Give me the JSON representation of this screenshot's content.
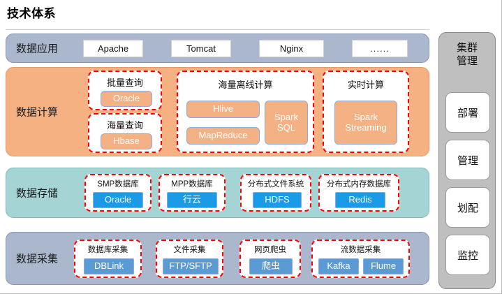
{
  "page": {
    "title": "技术体系"
  },
  "sidebar": {
    "title": "集群\n管理",
    "title_line1": "集群",
    "title_line2": "管理",
    "items": [
      {
        "label": "部署"
      },
      {
        "label": "管理"
      },
      {
        "label": "划配"
      },
      {
        "label": "监控"
      }
    ]
  },
  "layers": {
    "application": {
      "label": "数据应用",
      "band_color": "#aab7cd",
      "boxes": [
        {
          "label": "Apache"
        },
        {
          "label": "Tomcat"
        },
        {
          "label": "Nginx"
        },
        {
          "label": "......"
        }
      ]
    },
    "compute": {
      "label": "数据计算",
      "band_color": "#f6b183",
      "groups": [
        {
          "title": "批量查询",
          "chips": [
            {
              "label": "Oracle"
            }
          ]
        },
        {
          "title": "海量查询",
          "chips": [
            {
              "label": "Hbase"
            }
          ]
        },
        {
          "title": "海量离线计算",
          "chips": [
            {
              "label": "Hlive"
            },
            {
              "label": "MapReduce"
            },
            {
              "label": "Spark SQL",
              "line1": "Spark",
              "line2": "SQL"
            }
          ]
        },
        {
          "title": "实时计算",
          "chips": [
            {
              "label": "Spark Streaming",
              "line1": "Spark",
              "line2": "Streaming"
            }
          ]
        }
      ]
    },
    "storage": {
      "label": "数据存储",
      "band_color": "#a5d4d4",
      "groups": [
        {
          "title": "SMP数据库",
          "chips": [
            {
              "label": "Oracle"
            }
          ]
        },
        {
          "title": "MPP数据库",
          "chips": [
            {
              "label": "行云"
            }
          ]
        },
        {
          "title": "分布式文件系统",
          "chips": [
            {
              "label": "HDFS"
            }
          ]
        },
        {
          "title": "分布式内存数据库",
          "chips": [
            {
              "label": "Redis"
            }
          ]
        }
      ]
    },
    "collection": {
      "label": "数据采集",
      "band_color": "#aab7cd",
      "groups": [
        {
          "title": "数据库采集",
          "chips": [
            {
              "label": "DBLink"
            }
          ]
        },
        {
          "title": "文件采集",
          "chips": [
            {
              "label": "FTP/SFTP"
            }
          ]
        },
        {
          "title": "网页爬虫",
          "chips": [
            {
              "label": "爬虫"
            }
          ]
        },
        {
          "title": "流数据采集",
          "chips": [
            {
              "label": "Kafka"
            },
            {
              "label": "Flume"
            }
          ]
        }
      ]
    }
  },
  "colors": {
    "accent_red_dashed": "#ff0000",
    "chip_orange": "#f4b183",
    "chip_blue": "#1b9ae8",
    "chip_soft_blue": "#5b9bd5",
    "band_blue_gray": "#aab7cd",
    "band_orange": "#f6b183",
    "band_teal": "#a5d4d4",
    "sidebar_gray": "#bfbfbf"
  }
}
